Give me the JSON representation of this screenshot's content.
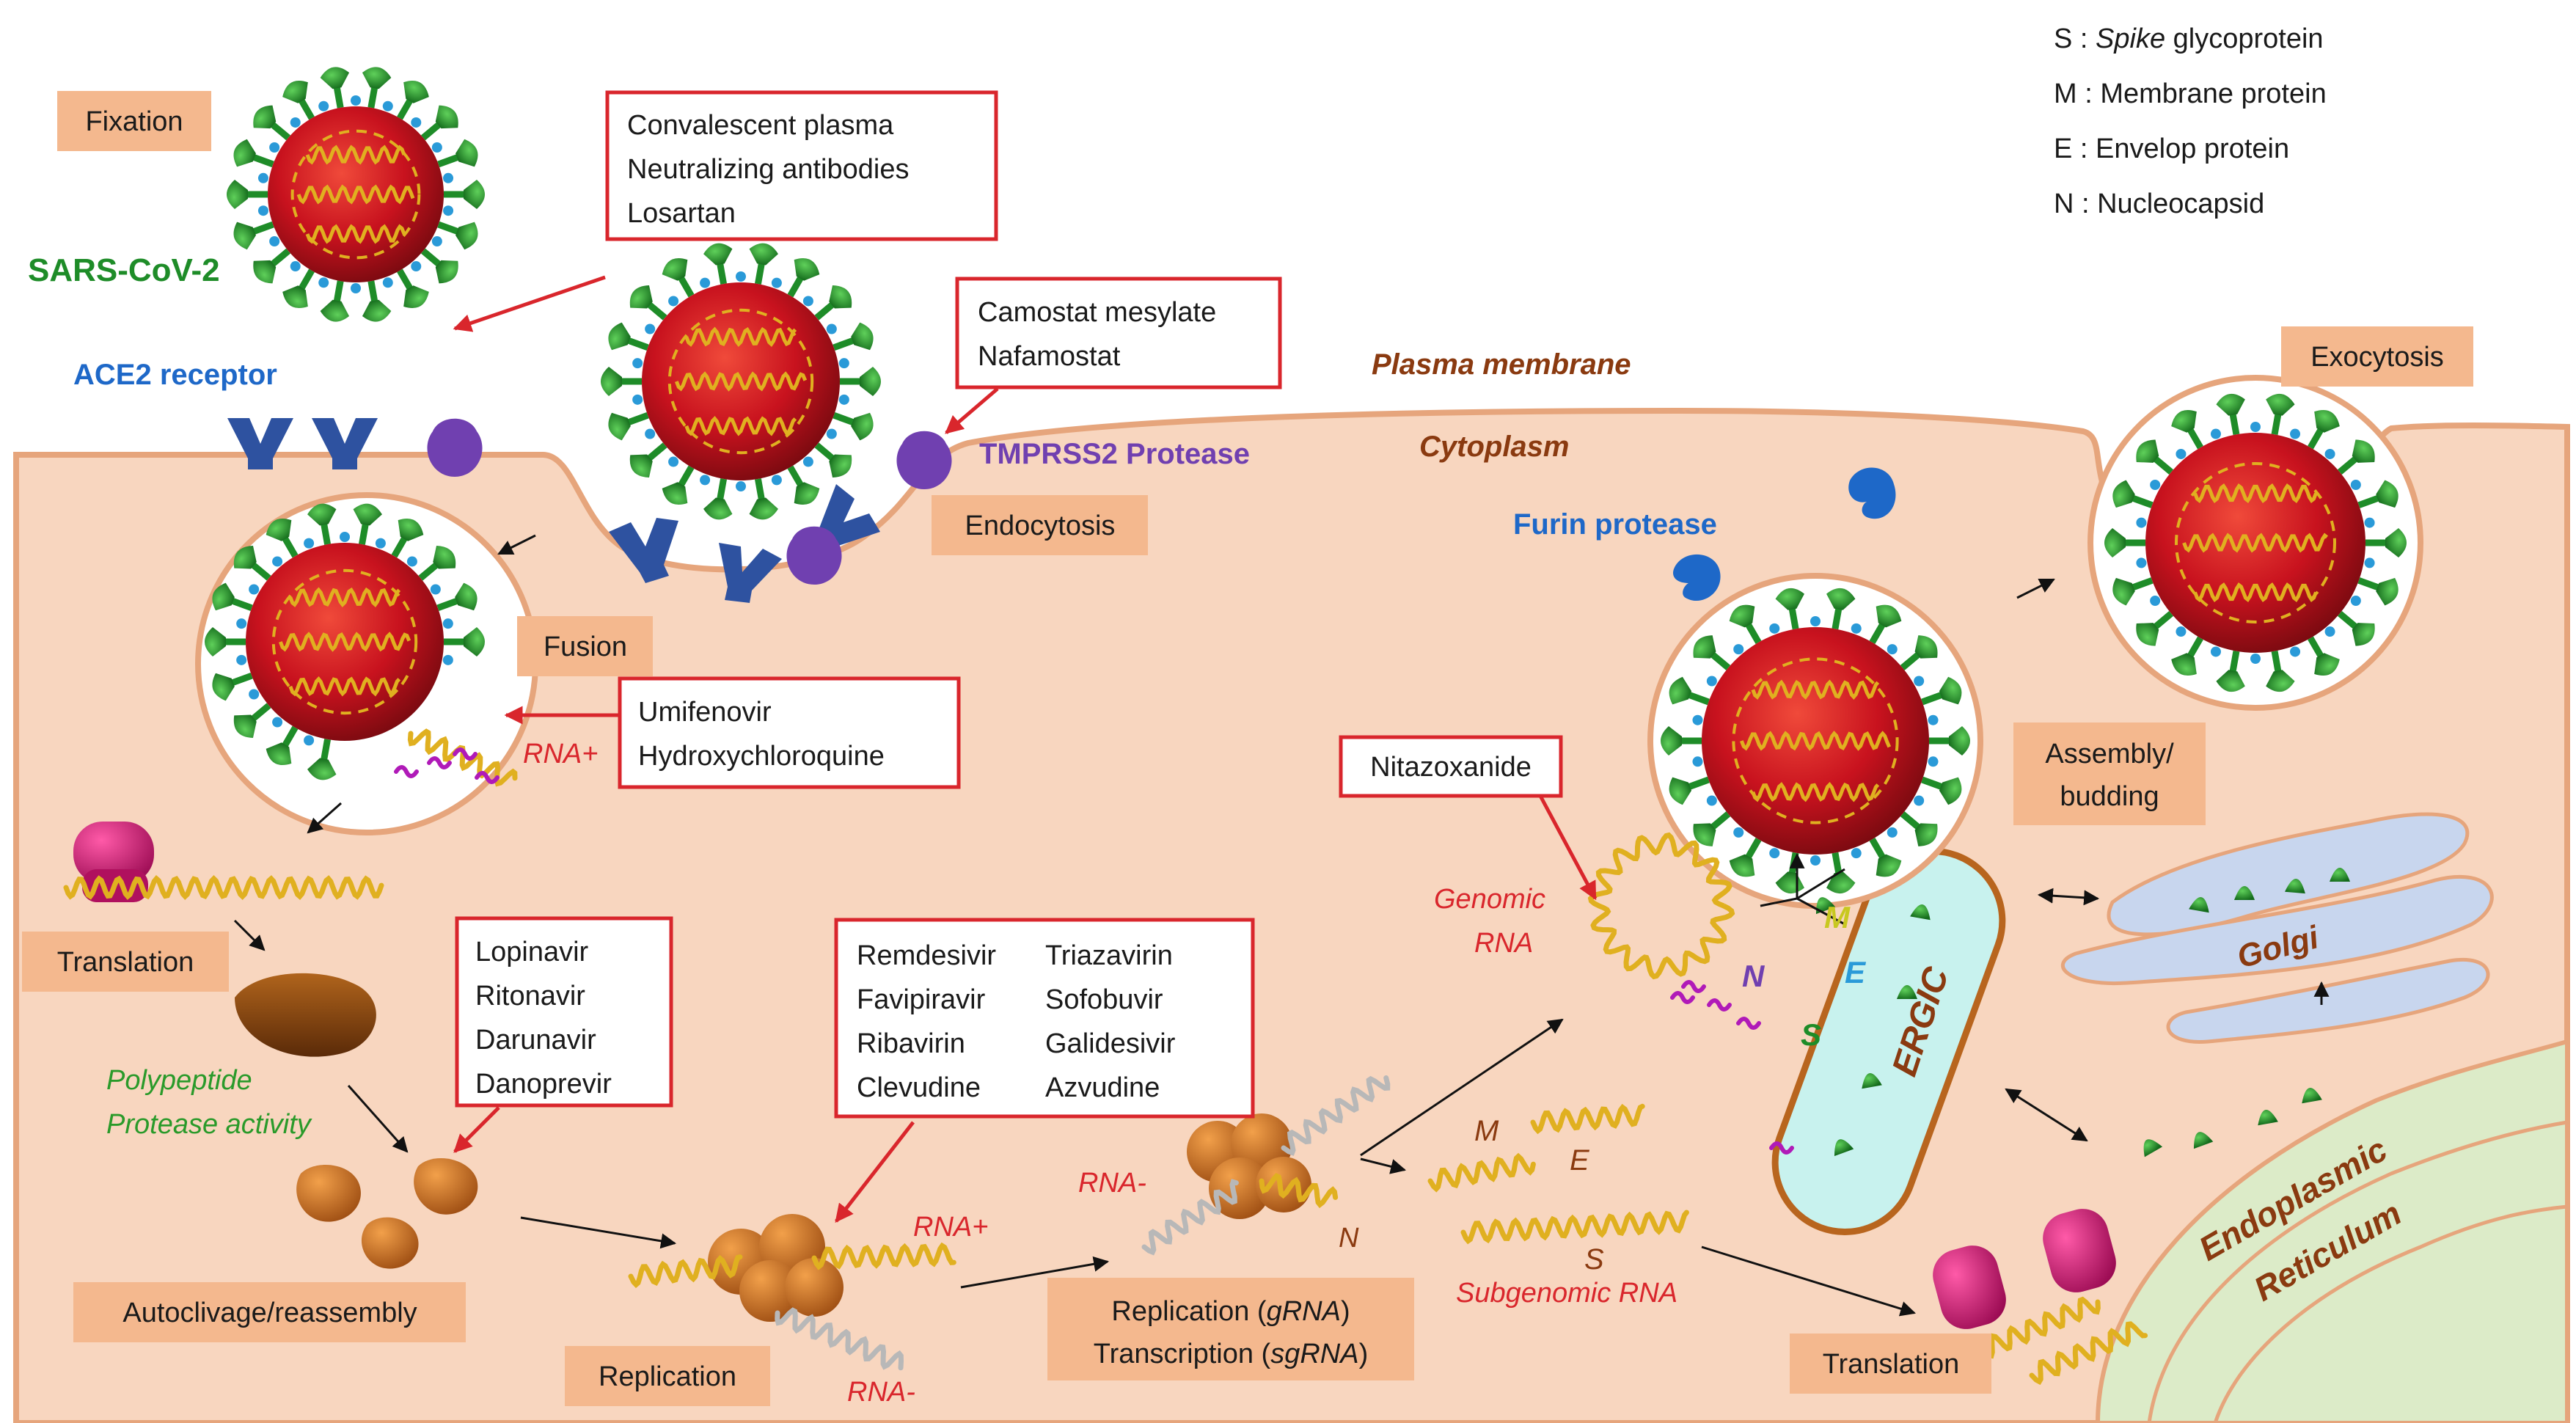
{
  "legend": {
    "s": {
      "key": "S :",
      "emph": "Spike",
      "rest": "glycoprotein"
    },
    "m": "M : Membrane protein",
    "e": "E : Envelop protein",
    "n": "N : Nucleocapsid"
  },
  "labels": {
    "sars": "SARS-CoV-2",
    "ace2": "ACE2 receptor",
    "tmprss2": "TMPRSS2 Protease",
    "furin": "Furin protease",
    "plasma_membrane": "Plasma membrane",
    "cytoplasm": "Cytoplasm",
    "rna_plus_fusion": "RNA+",
    "polypeptide": "Polypeptide",
    "protease_activity": "Protease activity",
    "rna_plus_rep": "RNA+",
    "rna_minus_rep": "RNA-",
    "rna_minus_tx": "RNA-",
    "n_tx": "N",
    "genomic_rna_1": "Genomic",
    "genomic_rna_2": "RNA",
    "subgenomic_rna": "Subgenomic RNA",
    "m_sg": "M",
    "e_sg": "E",
    "s_sg": "S",
    "m_ergic": "M",
    "e_ergic": "E",
    "s_ergic": "S",
    "n_ergic": "N",
    "ergic": "ERGIC",
    "golgi": "Golgi",
    "er_1": "Endoplasmic",
    "er_2": "Reticulum"
  },
  "stages": {
    "fixation": "Fixation",
    "endocytosis": "Endocytosis",
    "fusion": "Fusion",
    "translation_left": "Translation",
    "autoclivage": "Autoclivage/reassembly",
    "replication": "Replication",
    "rep_tx_1_a": "Replication (",
    "rep_tx_1_b": "gRNA",
    "rep_tx_1_c": ")",
    "rep_tx_2_a": "Transcription (",
    "rep_tx_2_b": "sgRNA",
    "rep_tx_2_c": ")",
    "translation_right": "Translation",
    "exocytosis": "Exocytosis",
    "assembly_1": "Assembly/",
    "assembly_2": "budding"
  },
  "drugs": {
    "attachment": [
      "Convalescent plasma",
      "Neutralizing antibodies",
      "Losartan"
    ],
    "tmprss2": [
      "Camostat mesylate",
      "Nafamostat"
    ],
    "fusion": [
      "Umifenovir",
      "Hydroxychloroquine"
    ],
    "protease": [
      "Lopinavir",
      "Ritonavir",
      "Darunavir",
      "Danoprevir"
    ],
    "polymerase_col1": [
      "Remdesivir",
      "Favipiravir",
      "Ribavirin",
      "Clevudine"
    ],
    "polymerase_col2": [
      "Triazavirin",
      "Sofobuvir",
      "Galidesivir",
      "Azvudine"
    ],
    "nitazoxanide": [
      "Nitazoxanide"
    ]
  },
  "colors": {
    "cell": "#f8d6bf",
    "membrane": "#e6a57c",
    "stage_box": "#f4b88e",
    "drug_border": "#d9262c",
    "virus_red": "#c8121e",
    "spike_green": "#1e8c28",
    "ace2_blue": "#2e52a0",
    "protease_purple": "#7040b0",
    "rna_yellow": "#e0b020",
    "ribosome_magenta": "#d01478",
    "enzyme_orange": "#c8661a",
    "ergic_fill": "#c8f2ee",
    "golgi_fill": "#c8d6ee",
    "er_fill": "#dcebc8"
  }
}
